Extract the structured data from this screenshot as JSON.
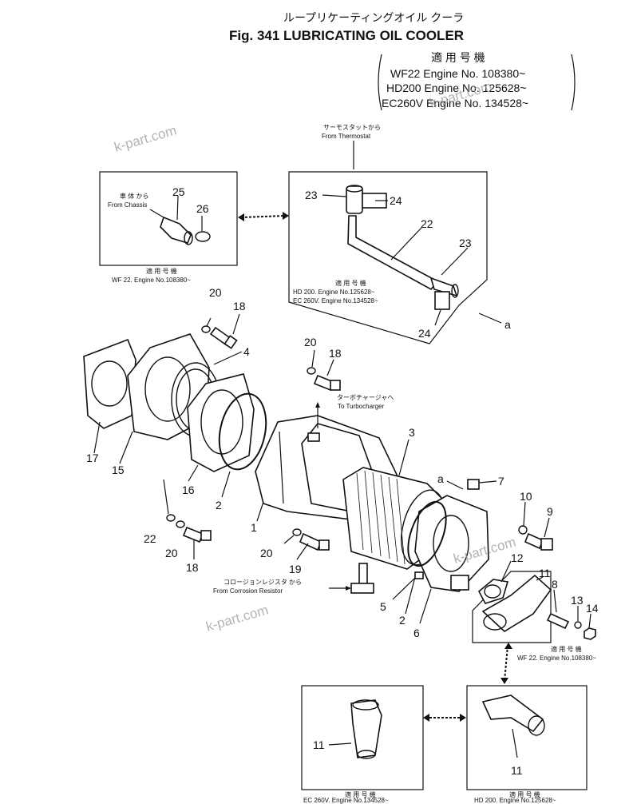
{
  "title_jp": "ループリケーティングオイル クーラ",
  "title": "Fig. 341 LUBRICATING OIL COOLER",
  "applicability": {
    "heading": "適 用 号 機",
    "lines": [
      "WF22  Engine No. 108380~",
      "HD200 Engine No. 125628~",
      "EC260V Engine No. 134528~"
    ]
  },
  "notes": {
    "from_chassis_jp": "車 体 から",
    "from_chassis": "From Chassis",
    "from_thermostat_jp": "サーモスタットから",
    "from_thermostat": "From Thermostat",
    "to_turbo_jp": "ターボチャージャへ",
    "to_turbo": "To Turbocharger",
    "from_resistor_jp": "コロージョンレジスタ から",
    "from_resistor": "From Corrosion Resistor",
    "apply_jp": "適 用 号 機",
    "box1_lines": [
      "WF 22.  Engine No.108380~"
    ],
    "box2_lines": [
      "HD 200.   Engine No.125628~",
      "EC 260V.  Engine No.134528~"
    ],
    "box3_lines": [
      "WF 22.  Engine No.108380~"
    ],
    "box4_lines": [
      "EC 260V.  Engine No.134528~"
    ],
    "box5_lines": [
      "HD 200.  Engine No.125628~"
    ]
  },
  "callout_a": "a",
  "parts": {
    "p1": "1",
    "p2": "2",
    "p3": "3",
    "p4": "4",
    "p5": "5",
    "p6": "6",
    "p7": "7",
    "p8": "8",
    "p9": "9",
    "p10": "10",
    "p11": "11",
    "p12": "12",
    "p13": "13",
    "p14": "14",
    "p15": "15",
    "p16": "16",
    "p17": "17",
    "p18": "18",
    "p19": "19",
    "p20": "20",
    "p22": "22",
    "p23": "23",
    "p24": "24",
    "p25": "25",
    "p26": "26"
  },
  "watermark": "k-part.com"
}
